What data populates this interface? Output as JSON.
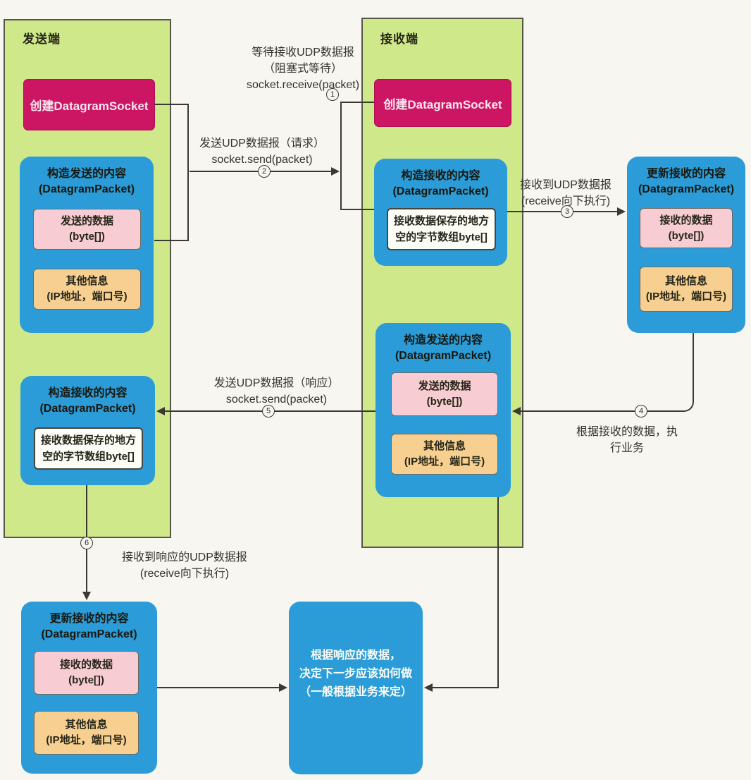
{
  "sender_panel": {
    "title": "发送端",
    "create_socket": "创建DatagramSocket",
    "send_packet": {
      "title": "构造发送的内容",
      "subtitle": "(DatagramPacket)",
      "data_l1": "发送的数据",
      "data_l2": "(byte[])",
      "info_l1": "其他信息",
      "info_l2": "(IP地址，端口号)"
    },
    "recv_packet": {
      "title": "构造接收的内容",
      "subtitle": "(DatagramPacket)",
      "buffer_l1": "接收数据保存的地方",
      "buffer_l2": "空的字节数组byte[]"
    }
  },
  "receiver_panel": {
    "title": "接收端",
    "create_socket": "创建DatagramSocket",
    "recv_packet": {
      "title": "构造接收的内容",
      "subtitle": "(DatagramPacket)",
      "buffer_l1": "接收数据保存的地方",
      "buffer_l2": "空的字节数组byte[]"
    },
    "send_packet": {
      "title": "构造发送的内容",
      "subtitle": "(DatagramPacket)",
      "data_l1": "发送的数据",
      "data_l2": "(byte[])",
      "info_l1": "其他信息",
      "info_l2": "(IP地址，端口号)"
    }
  },
  "update_box_right": {
    "title": "更新接收的内容",
    "subtitle": "(DatagramPacket)",
    "data_l1": "接收的数据",
    "data_l2": "(byte[])",
    "info_l1": "其他信息",
    "info_l2": "(IP地址，端口号)"
  },
  "update_box_left": {
    "title": "更新接收的内容",
    "subtitle": "(DatagramPacket)",
    "data_l1": "接收的数据",
    "data_l2": "(byte[])",
    "info_l1": "其他信息",
    "info_l2": "(IP地址，端口号)"
  },
  "decision_box": {
    "l1": "根据响应的数据，",
    "l2": "决定下一步应该如何做",
    "l3": "（一般根据业务来定）"
  },
  "labels": {
    "wait_receive": {
      "l1": "等待接收UDP数据报",
      "l2": "（阻塞式等待）",
      "l3": "socket.receive(packet)"
    },
    "send_request": {
      "l1": "发送UDP数据报（请求）",
      "l2": "socket.send(packet)"
    },
    "got_datagram": {
      "l1": "接收到UDP数据报",
      "l2": "(receive向下执行)"
    },
    "do_business": {
      "l1": "根据接收的数据，执",
      "l2": "行业务"
    },
    "send_response": {
      "l1": "发送UDP数据报（响应）",
      "l2": "socket.send(packet)"
    },
    "got_response": {
      "l1": "接收到响应的UDP数据报",
      "l2": "(receive向下执行)"
    }
  },
  "steps": [
    "1",
    "2",
    "3",
    "4",
    "5",
    "6"
  ],
  "colors": {
    "panel_green": "#cfe88a",
    "box_blue": "#2b9cd7",
    "box_magenta": "#cc1563",
    "box_pink": "#f7ccd2",
    "box_orange": "#f7d091",
    "line_dark": "#3a3a32"
  }
}
